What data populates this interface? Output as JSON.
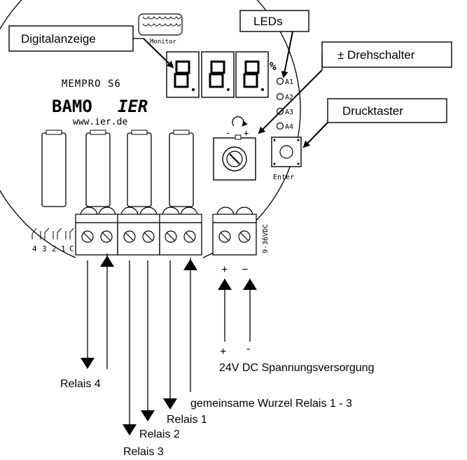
{
  "callouts": {
    "digital_display": "Digitalanzeige",
    "leds": "LEDs",
    "rotary_switch": "± Drehschalter",
    "push_button": "Drucktaster"
  },
  "board": {
    "monitor": "Monitor",
    "model": "MEMPRO S6",
    "brand_bamo": "BAMO",
    "brand_ier": "IER",
    "website": "www.ier.de",
    "percent": "%",
    "led_labels": [
      "A1",
      "A2",
      "A3",
      "A4"
    ],
    "enter": "Enter",
    "voltage": "9-36VDC",
    "relay_pins": [
      "4",
      "3",
      "2",
      "1",
      "C"
    ],
    "power_plus": "+",
    "power_minus": "−"
  },
  "labels": {
    "relais4": "Relais 4",
    "relais3": "Relais 3",
    "relais2": "Relais 2",
    "relais1": "Relais 1",
    "common": "gemeinsame Wurzel Relais 1 - 3",
    "supply": "24V DC Spannungsversorgung",
    "supply_plus": "+",
    "supply_minus": "-"
  },
  "colors": {
    "line": "#000000",
    "background": "#ffffff"
  }
}
